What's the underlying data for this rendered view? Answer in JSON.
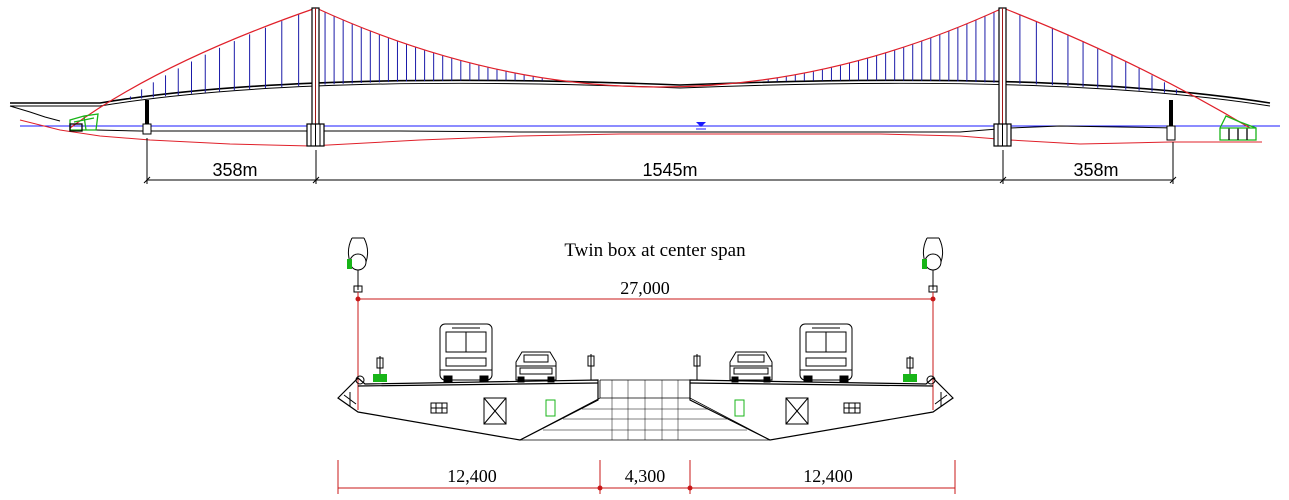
{
  "elevation": {
    "spans": [
      {
        "label": "358m"
      },
      {
        "label": "1545m"
      },
      {
        "label": "358m"
      }
    ]
  },
  "section": {
    "title": "Twin box at center span",
    "overall_width": "27,000",
    "widths": [
      {
        "label": "12,400"
      },
      {
        "label": "4,300"
      },
      {
        "label": "12,400"
      }
    ]
  },
  "colors": {
    "cable": "#e0202a",
    "hanger": "#1a1aa8",
    "tower": "#000000",
    "water": "#1a1aff",
    "foundation": "#18b418",
    "dimension": "#c81818"
  }
}
